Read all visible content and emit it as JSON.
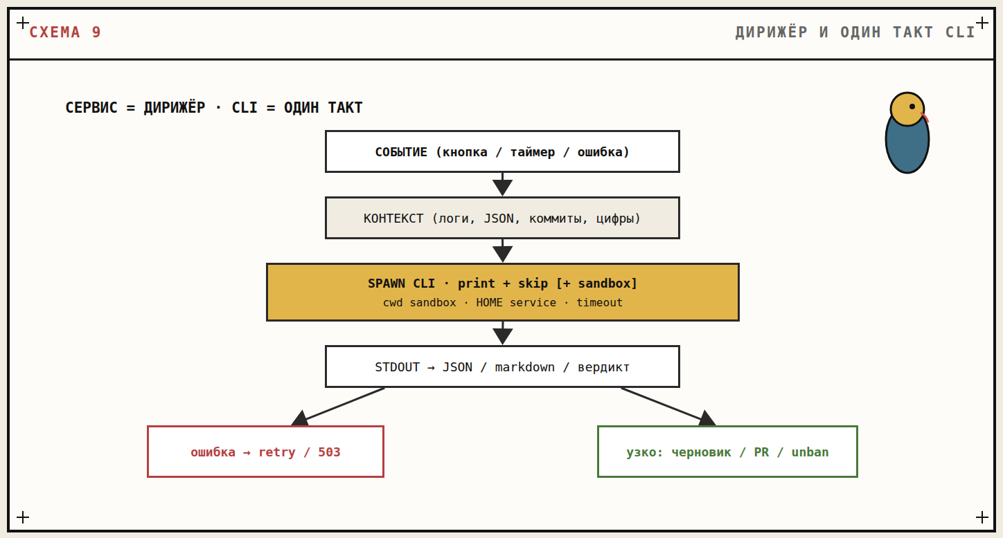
{
  "diagram": {
    "title": "ДИРИЖЁР И ОДИН ТАКТ CLI",
    "nodes": [
      {
        "text": [
          "СОБЫТИЕ (кнопка / таймер / ошибка)"
        ]
      },
      {
        "text": [
          "КОНТЕКСТ (логи, JSON, коммиты, цифры)"
        ]
      },
      {
        "text": [
          "SPAWN CLI · print + skip [+ sandbox]",
          "cwd sandbox · HOME service · timeout"
        ]
      },
      {
        "text": [
          "STDOUT → JSON / markdown / вердикт"
        ]
      },
      {
        "text": [
          "ошибка → retry / 503"
        ]
      },
      {
        "text": [
          "узко: черновик / PR / unban"
        ]
      }
    ],
    "edges": [
      {
        "from": 0,
        "to": 1,
        "arrow": "to"
      },
      {
        "from": 1,
        "to": 2,
        "arrow": "to"
      },
      {
        "from": 2,
        "to": 3,
        "arrow": "to"
      },
      {
        "from": 3,
        "to": 4,
        "arrow": "to"
      },
      {
        "from": 3,
        "to": 5,
        "arrow": "to"
      }
    ],
    "labels": [
      "СХЕМА 9",
      "СЕРВИС = ДИРИЖЁР · CLI = ОДИН ТАКТ"
    ]
  }
}
